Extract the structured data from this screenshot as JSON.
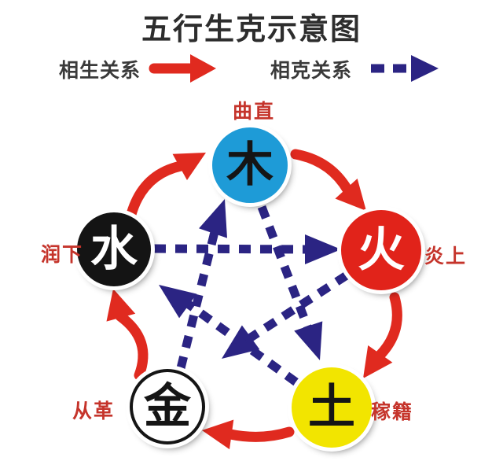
{
  "title": "五行生克示意图",
  "legend": {
    "generation_label": "相生关系",
    "overcoming_label": "相克关系"
  },
  "elements": [
    {
      "name": "wood",
      "char": "木",
      "attribute": "曲直",
      "circle_color": "#1e9bd7",
      "char_color": "#151515"
    },
    {
      "name": "fire",
      "char": "火",
      "attribute": "炎上",
      "circle_color": "#e1231a",
      "char_color": "#ffffff"
    },
    {
      "name": "earth",
      "char": "土",
      "attribute": "稼籍",
      "circle_color": "#f2e500",
      "char_color": "#151515"
    },
    {
      "name": "metal",
      "char": "金",
      "attribute": "从革",
      "circle_color": "#ffffff",
      "char_color": "#151515"
    },
    {
      "name": "water",
      "char": "水",
      "attribute": "润下",
      "circle_color": "#141414",
      "char_color": "#ffffff"
    }
  ],
  "relations": {
    "generation_cycle": [
      "木→火",
      "火→土",
      "土→金",
      "金→水",
      "水→木"
    ],
    "overcoming_cycle": [
      "木→土",
      "土→水",
      "水→火",
      "火→金",
      "金→木"
    ]
  },
  "colors": {
    "generation_arrow": "#e02a1f",
    "overcoming_arrow": "#2b2483",
    "attribute_label": "#c5342b",
    "title_text": "#2d2d2d",
    "legend_text": "#3a3a3a"
  }
}
